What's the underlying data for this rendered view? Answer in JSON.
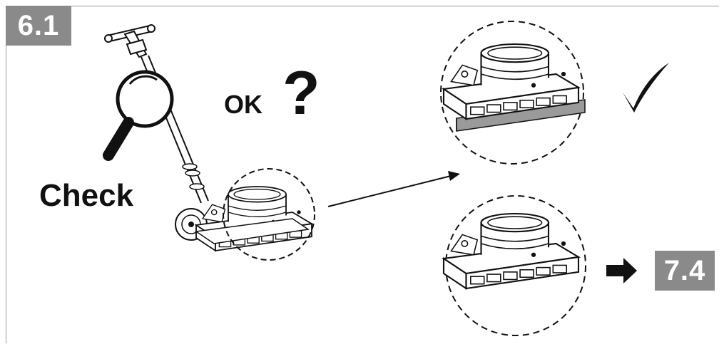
{
  "step_badge": "6.1",
  "next_step_badge": "7.4",
  "check_label": "Check",
  "ok_label": "OK",
  "question_mark": "?",
  "icons": {
    "magnifier": "magnifier-icon",
    "checkmark": "checkmark-icon",
    "arrow": "arrow-right-icon"
  },
  "colors": {
    "badge": "#8a8a8a",
    "line": "#111111",
    "pad_ok": "#9a9a9a"
  }
}
